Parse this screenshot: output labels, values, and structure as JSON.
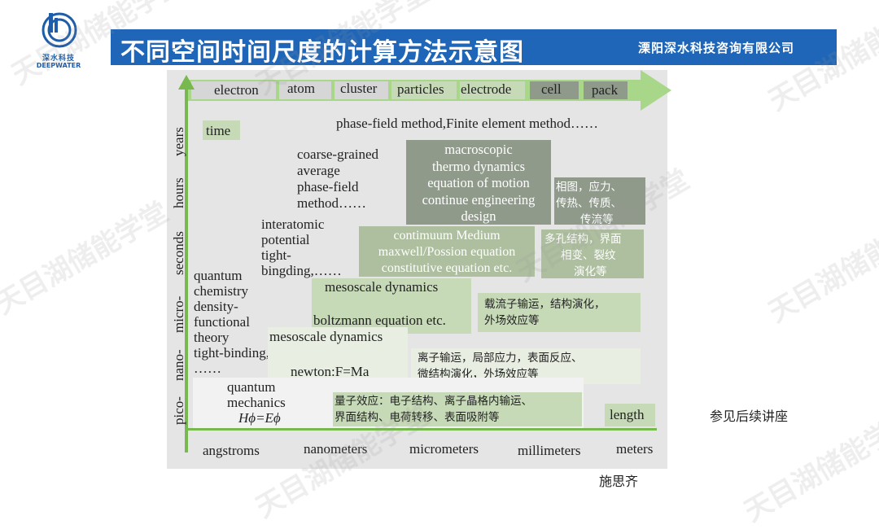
{
  "header": {
    "logo_cn": "深水科技",
    "logo_en": "DEEPWATER",
    "title": "不同空间时间尺度的计算方法示意图",
    "company": "溧阳深水科技咨询有限公司"
  },
  "figure": {
    "arrow_labels": [
      "electron",
      "atom",
      "cluster",
      "particles",
      "electrode",
      "cell",
      "pack"
    ],
    "time_label": "time",
    "length_label": "length",
    "time_axis": [
      "pico-",
      "nano-",
      "micro-",
      "seconds",
      "hours",
      "years"
    ],
    "length_axis": [
      "angstroms",
      "nanometers",
      "micrometers",
      "millimeters",
      "meters"
    ],
    "top_method": "phase-field method,Finite element method……",
    "coarse": [
      "coarse-grained",
      "average",
      "phase-field",
      "method……"
    ],
    "macro": [
      "macroscopic",
      "thermo dynamics",
      "equation of motion",
      "continue engineering",
      "design"
    ],
    "macro_cn": [
      "相图，应力、",
      "传热、传质、",
      "传流等"
    ],
    "interatomic": [
      "interatomic",
      "potential",
      "tight-",
      "bingding,……"
    ],
    "continuum": [
      "contimuum Medium",
      "maxwell/Possion equation",
      "constitutive equation etc."
    ],
    "continuum_cn": [
      "多孔结构，界面",
      "相变、裂纹",
      "演化等"
    ],
    "quantum_chem": [
      "quantum",
      "chemistry",
      "density-",
      "functional",
      "theory",
      "tight-binding,",
      "……"
    ],
    "meso1_title": "mesoscale dynamics",
    "meso1_eq": "boltzmann equation etc.",
    "meso1_cn": [
      "载流子输运，结构演化，",
      "外场效应等"
    ],
    "meso2_title": "mesoscale dynamics",
    "meso2_eq": "newton:F=Ma",
    "meso2_cn": [
      "离子输运，局部应力，表面反应、",
      "微结构演化，外场效应等"
    ],
    "qm": [
      "quantum",
      "mechanics",
      "Hϕ=Eϕ"
    ],
    "qm_cn": [
      "量子效应：电子结构、离子晶格内输运、",
      "界面结构、电荷转移、表面吸附等"
    ]
  },
  "note": "参见后续讲座",
  "author": "施思齐",
  "watermark": "天目湖储能学堂",
  "colors": {
    "title_bar": "#1f66b8",
    "arrow": "#a8d78a",
    "axis": "#77b84f",
    "dark_box": "#8f9a8b",
    "light_box": "#c7dab8"
  }
}
